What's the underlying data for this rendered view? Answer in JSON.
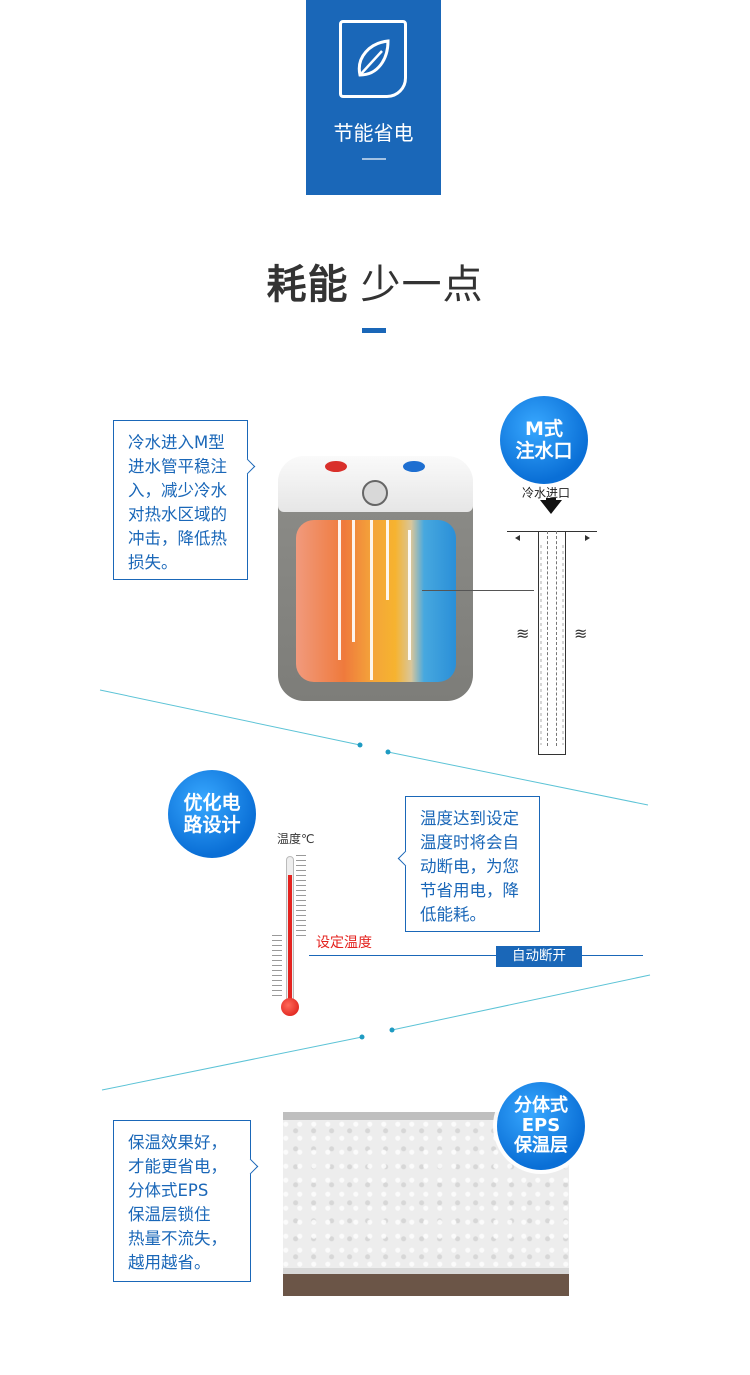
{
  "badge": {
    "icon": "leaf-icon",
    "label": "节能省电"
  },
  "headline": {
    "bold": "耗能",
    "light": "少一点"
  },
  "section1": {
    "circle": "M式\n注水口",
    "callout": "冷水进入M型\n进水管平稳注\n入，减少冷水\n对热水区域的\n冲击，降低热\n损失。",
    "pipe_label": "冷水进口"
  },
  "section2": {
    "circle": "优化电\n路设计",
    "thermo_label": "温度℃",
    "set_label": "设定温度",
    "auto_off": "自动断开",
    "callout": "温度达到设定\n温度时将会自\n动断电，为您\n节省用电，降\n低能耗。"
  },
  "section3": {
    "circle": "分体式\nEPS\n保温层",
    "callout": "保温效果好，\n才能更省电，\n分体式EPS\n保温层锁住\n热量不流失，\n越用越省。"
  },
  "colors": {
    "brand_blue": "#1a67b8",
    "accent_red": "#e4231f",
    "line_cyan": "#5cc3d6"
  }
}
